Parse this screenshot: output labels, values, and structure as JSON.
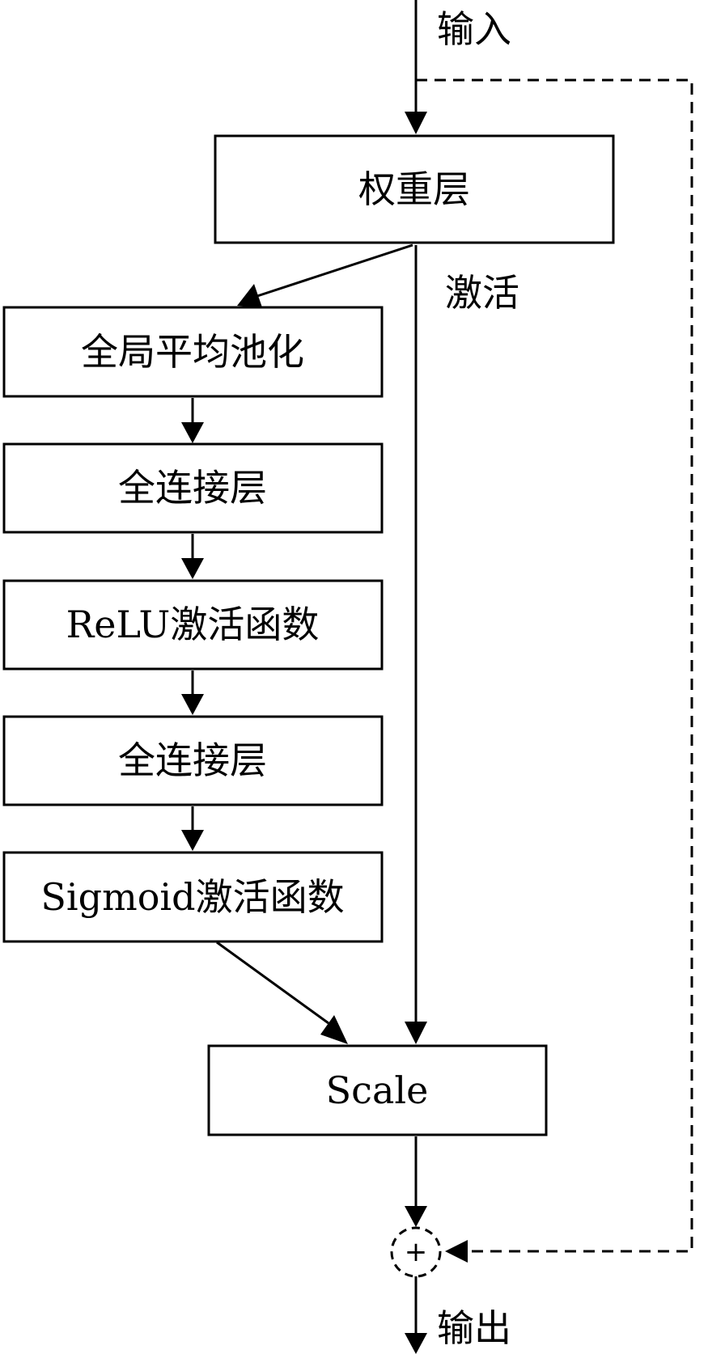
{
  "labels": {
    "input": "输入",
    "output": "输出",
    "activation": "激活"
  },
  "boxes": {
    "weight_layer": "权重层",
    "global_avg_pool": "全局平均池化",
    "fc_layer_1": "全连接层",
    "relu": "ReLU激活函数",
    "fc_layer_2": "全连接层",
    "sigmoid": "Sigmoid激活函数",
    "scale": "Scale"
  },
  "sum_node": {
    "symbol": "+"
  }
}
